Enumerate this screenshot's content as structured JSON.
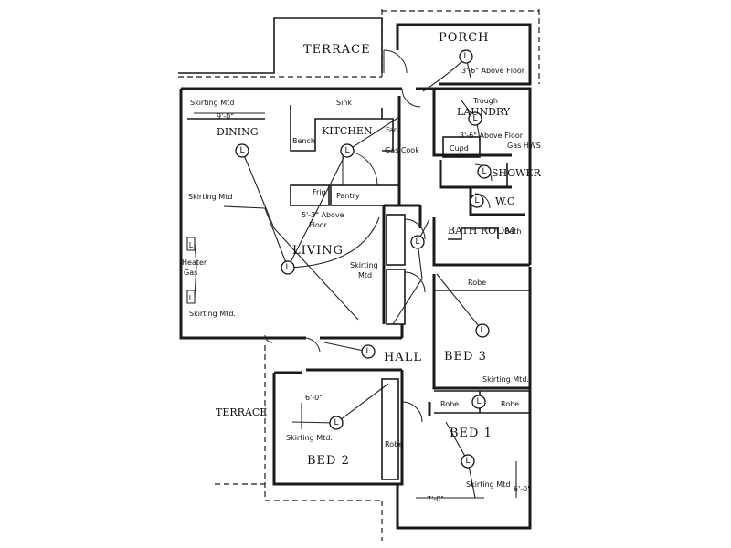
{
  "light_symbol": "L",
  "rooms": {
    "terrace_top": "TERRACE",
    "porch": "PORCH",
    "laundry": "LAUNDRY",
    "dining": "DINING",
    "kitchen": "KITCHEN",
    "living": "LIVING",
    "hall": "HALL",
    "shower": "SHOWER",
    "wc": "W.C",
    "bathroom": "BATH ROOM",
    "bed3": "BED 3",
    "bed1": "BED 1",
    "bed2": "BED 2",
    "terrace_left": "TERRACE"
  },
  "labels": {
    "skirting_mtd_dining": "Skirting Mtd",
    "dim_9_0": "9'-0\"",
    "sink": "Sink",
    "bench": "Bench",
    "fan": "Fan",
    "gas_cook": "Gas Cook",
    "trough": "Trough",
    "above_floor_3_6_porch": "3'-6\" Above Floor",
    "above_floor_3_6_laundry": "3'-6\" Above Floor",
    "cupd": "Cupd",
    "gas_hws": "Gas HWS",
    "frig": "Frig",
    "pantry": "Pantry",
    "above_floor_5_3": "5'-3\" Above",
    "floor": "Floor",
    "skirting_mtd_living_left": "Skirting Mtd",
    "heater": "Heater",
    "gas": "Gas",
    "skirting_mtd_living_bottom": "Skirting Mtd.",
    "skirting_mtd_living_right": "Skirting",
    "mtd": "Mtd",
    "bath": "Bath",
    "robe_bed3": "Robe",
    "skirting_mtd_bed3": "Skirting Mtd.",
    "robe_left": "Robe",
    "robe_right": "Robe",
    "dim_6_0_bed2": "6'-0\"",
    "skirting_mtd_bed2": "Skirting Mtd.",
    "robe_bed2": "Robe",
    "skirting_mtd_bed1": "Skirting Mtd",
    "dim_7_0": "7'-0\"",
    "dim_6_0_bed1": "6'-0\""
  }
}
